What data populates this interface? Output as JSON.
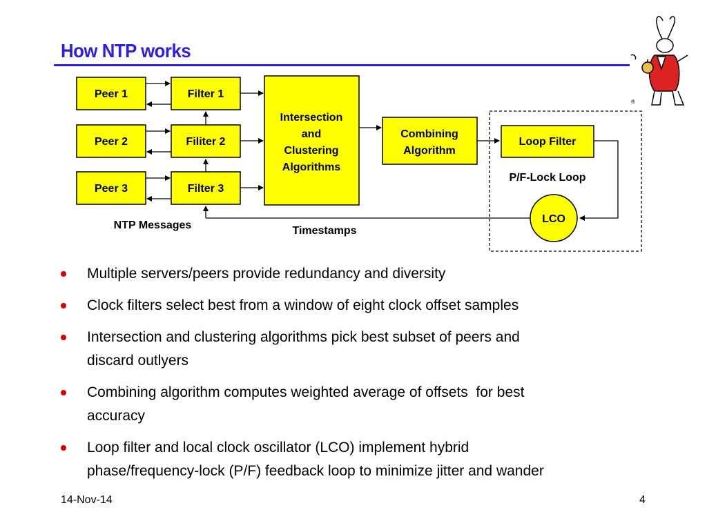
{
  "title": "How NTP works",
  "diagram": {
    "peers": [
      "Peer 1",
      "Peer 2",
      "Peer 3"
    ],
    "filters": [
      "Filter 1",
      "Filiter 2",
      "Filter 3"
    ],
    "intersection": [
      "Intersection",
      "and",
      "Clustering",
      "Algorithms"
    ],
    "combining": [
      "Combining",
      "Algorithm"
    ],
    "loop_filter": "Loop Filter",
    "pf_lock_loop": "P/F-Lock Loop",
    "lco": "LCO",
    "ntp_messages": "NTP Messages",
    "timestamps": "Timestamps",
    "colors": {
      "box_fill": "#ffff00",
      "box_stroke": "#000000"
    }
  },
  "bullets": [
    [
      "Multiple servers/peers provide redundancy and diversity"
    ],
    [
      "Clock filters select best from a window of eight clock offset samples"
    ],
    [
      "Intersection and clustering algorithms pick best subset of peers and",
      "discard outlyers"
    ],
    [
      "Combining algorithm computes weighted average of offsets  for best",
      "accuracy"
    ],
    [
      "Loop filter and local clock oscillator (LCO) implement hybrid",
      "phase/frequency-lock (P/F) feedback loop to minimize jitter and wander"
    ]
  ],
  "footer": {
    "date": "14-Nov-14",
    "page": "4"
  },
  "colors": {
    "title": "#2b1ee6",
    "bullet": "#e00000"
  }
}
